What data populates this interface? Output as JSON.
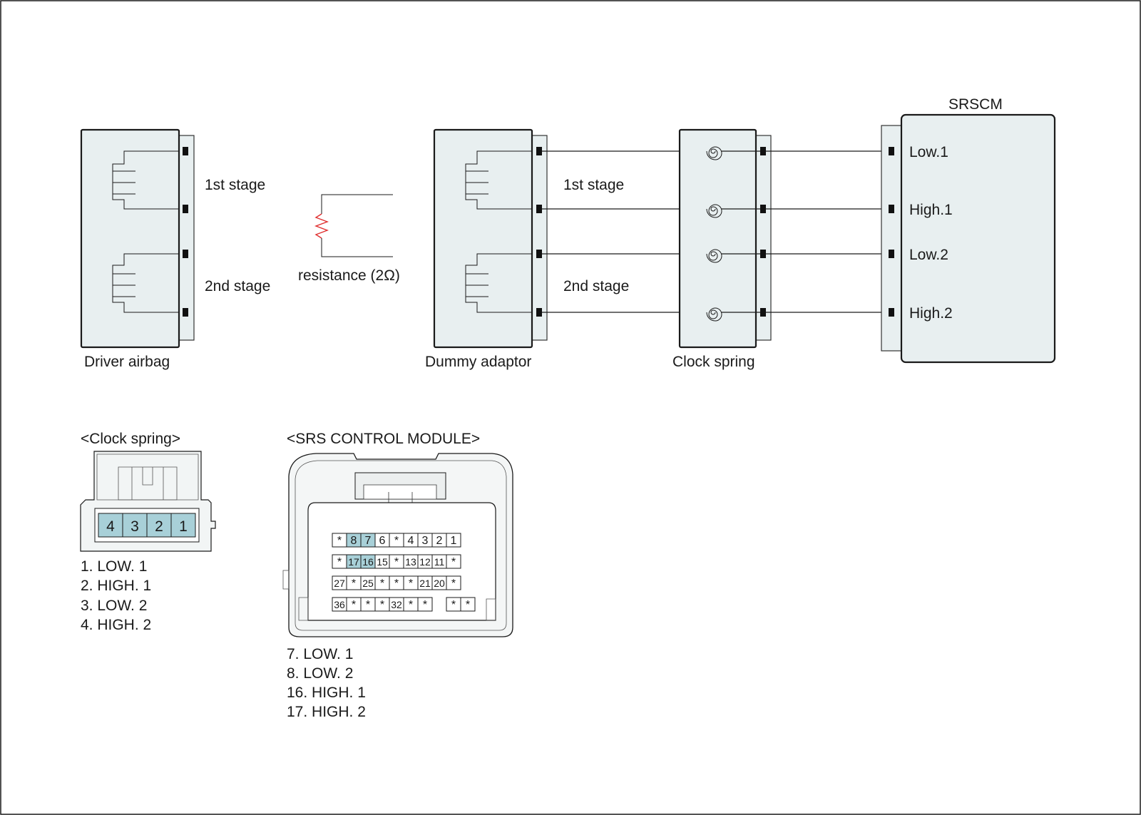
{
  "modules": {
    "driver_airbag": "Driver airbag",
    "dummy_adaptor": "Dummy adaptor",
    "clock_spring": "Clock spring",
    "srscm": "SRSCM"
  },
  "stages": {
    "first": "1st stage",
    "second": "2nd stage"
  },
  "resistance_label": "resistance (2Ω)",
  "srscm_terminals": [
    "Low.1",
    "High.1",
    "Low.2",
    "High.2"
  ],
  "clock_spring_connector": {
    "title": "<Clock spring>",
    "pins": [
      "4",
      "3",
      "2",
      "1"
    ],
    "legend": [
      "1. LOW. 1",
      "2. HIGH. 1",
      "3. LOW. 2",
      "4. HIGH. 2"
    ]
  },
  "srs_connector": {
    "title": "<SRS CONTROL MODULE>",
    "rows": [
      [
        "*",
        "8",
        "7",
        "6",
        "*",
        "4",
        "3",
        "2",
        "1"
      ],
      [
        "*",
        "17",
        "16",
        "15",
        "*",
        "13",
        "12",
        "11",
        "*"
      ],
      [
        "27",
        "*",
        "25",
        "*",
        "*",
        "*",
        "21",
        "20",
        "*"
      ],
      [
        "36",
        "*",
        "*",
        "*",
        "32",
        "*",
        "*",
        "",
        "*",
        "*"
      ]
    ],
    "highlighted": [
      "8",
      "7",
      "17",
      "16"
    ],
    "legend": [
      "7. LOW. 1",
      "8. LOW. 2",
      "16. HIGH. 1",
      "17. HIGH. 2"
    ]
  },
  "colors": {
    "box_fill": "#e8eff0",
    "pin_highlight": "#a8d0d8",
    "resistor": "#e03030",
    "frame": "#1a1a1a"
  }
}
